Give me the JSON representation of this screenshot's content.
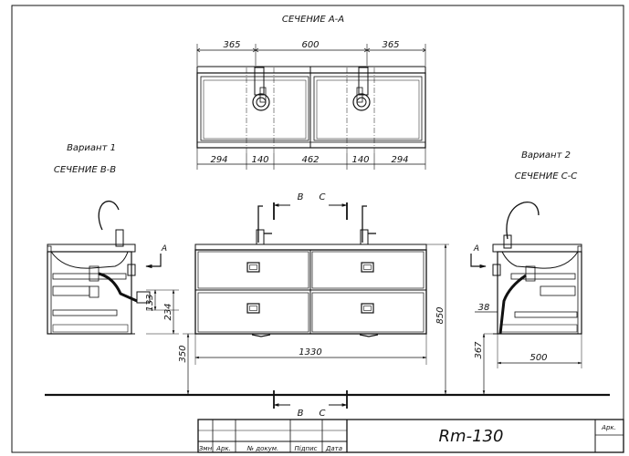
{
  "labels": {
    "section_aa": "СЕЧЕНИЕ А-А",
    "variant1": "Вариант 1",
    "section_bb": "СЕЧЕНИЕ В-В",
    "variant2": "Вариант 2",
    "section_cc": "СЕЧЕНИЕ С-С",
    "mark_b_top": "B",
    "mark_c_top": "C",
    "mark_b_bottom": "B",
    "mark_c_bottom": "C",
    "mark_a_left": "A",
    "mark_a_right": "A"
  },
  "dimensions": {
    "top_365_left": "365",
    "top_600": "600",
    "top_365_right": "365",
    "bot_294_left": "294",
    "bot_140_left": "140",
    "bot_462": "462",
    "bot_140_right": "140",
    "bot_294_right": "294",
    "side_133": "133",
    "side_234": "234",
    "front_850": "850",
    "front_350": "350",
    "front_1330": "1330",
    "right_38": "38",
    "right_367": "367",
    "right_500": "500"
  },
  "title_block": {
    "model": "Rm-130",
    "sheet_label": "Арк.",
    "col_zmn": "Змн",
    "col_ark": "Арк.",
    "col_doc": "№ докум.",
    "col_sign": "Підпис",
    "col_date": "Дата"
  }
}
